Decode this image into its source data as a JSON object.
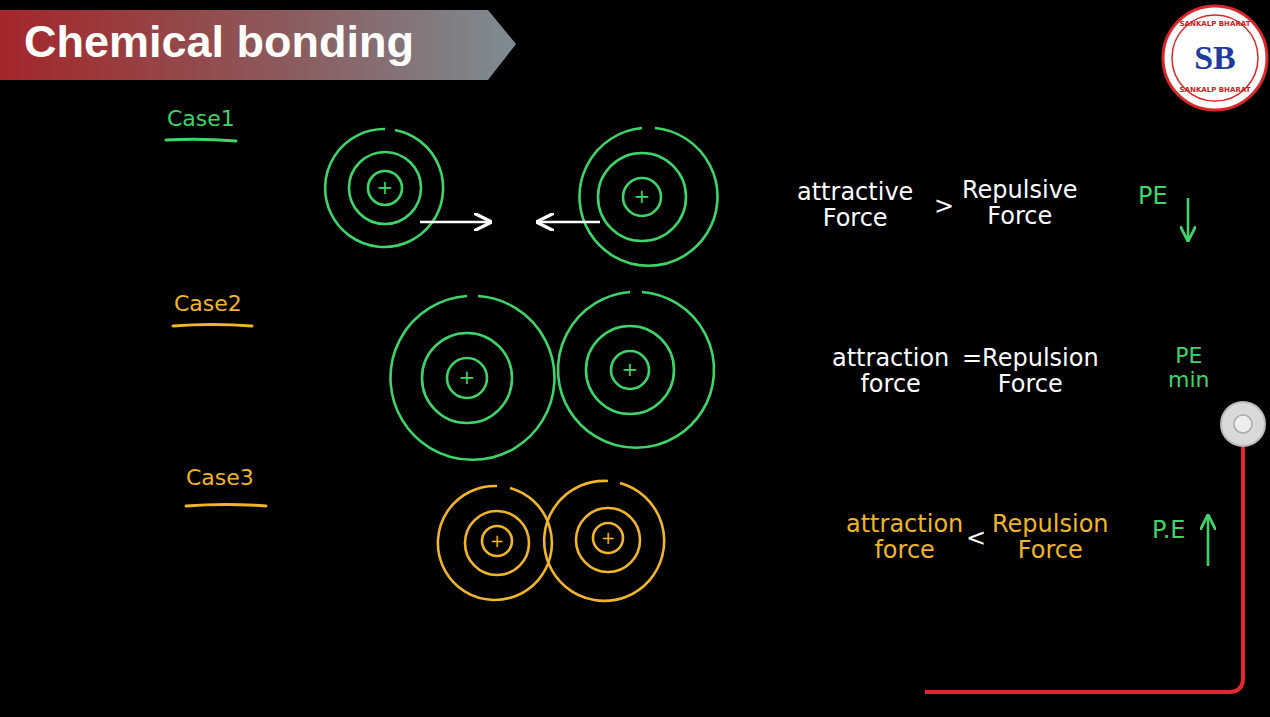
{
  "diagram": {
    "title": "Chemical bonding",
    "labels": [
      "Case1",
      "+",
      "+",
      "attractive Force",
      ">",
      "Repulsive Force",
      "PE",
      "Case2",
      "+",
      "+",
      "attraction force",
      "=Repulsion Force",
      "PE min",
      "Case3",
      "+",
      "+",
      "attraction force",
      "<",
      "Repulsion Force",
      "P.E",
      "SANKALP BHARAT",
      "SB",
      "SANKALP BHARAT"
    ]
  }
}
